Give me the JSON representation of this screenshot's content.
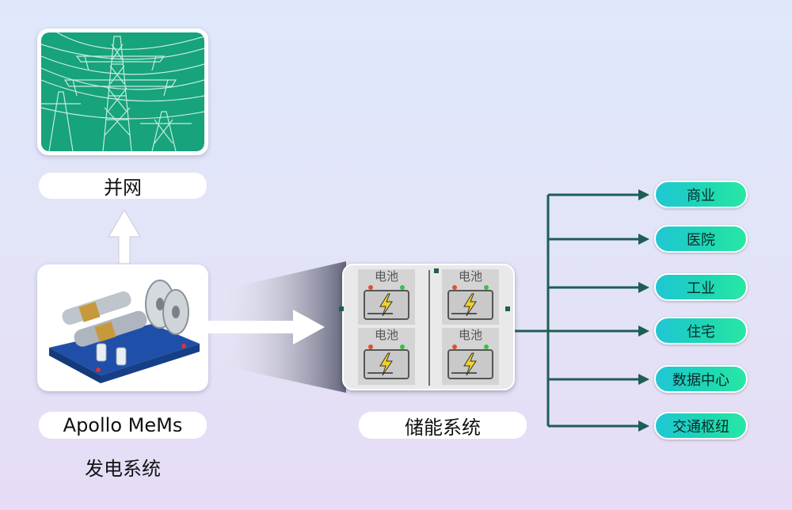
{
  "nodes": {
    "grid_label": "并网",
    "generator_label": "Apollo MeMs",
    "generator_caption": "发电系统",
    "storage_label": "储能系统"
  },
  "batteries": [
    "电池",
    "电池",
    "电池",
    "电池"
  ],
  "destinations": [
    "商业",
    "医院",
    "工业",
    "住宅",
    "数据中心",
    "交通枢纽"
  ],
  "colors": {
    "branch_line": "#1e5e55",
    "dest_gradient_start": "#20c7d5",
    "dest_gradient_end": "#27e8a4",
    "grid_photo_bg": "#17a37c"
  },
  "icons": [
    "power-tower-icon",
    "stirling-engine-icon",
    "battery-icon",
    "lightning-icon",
    "arrow-up-icon",
    "arrow-right-icon"
  ]
}
